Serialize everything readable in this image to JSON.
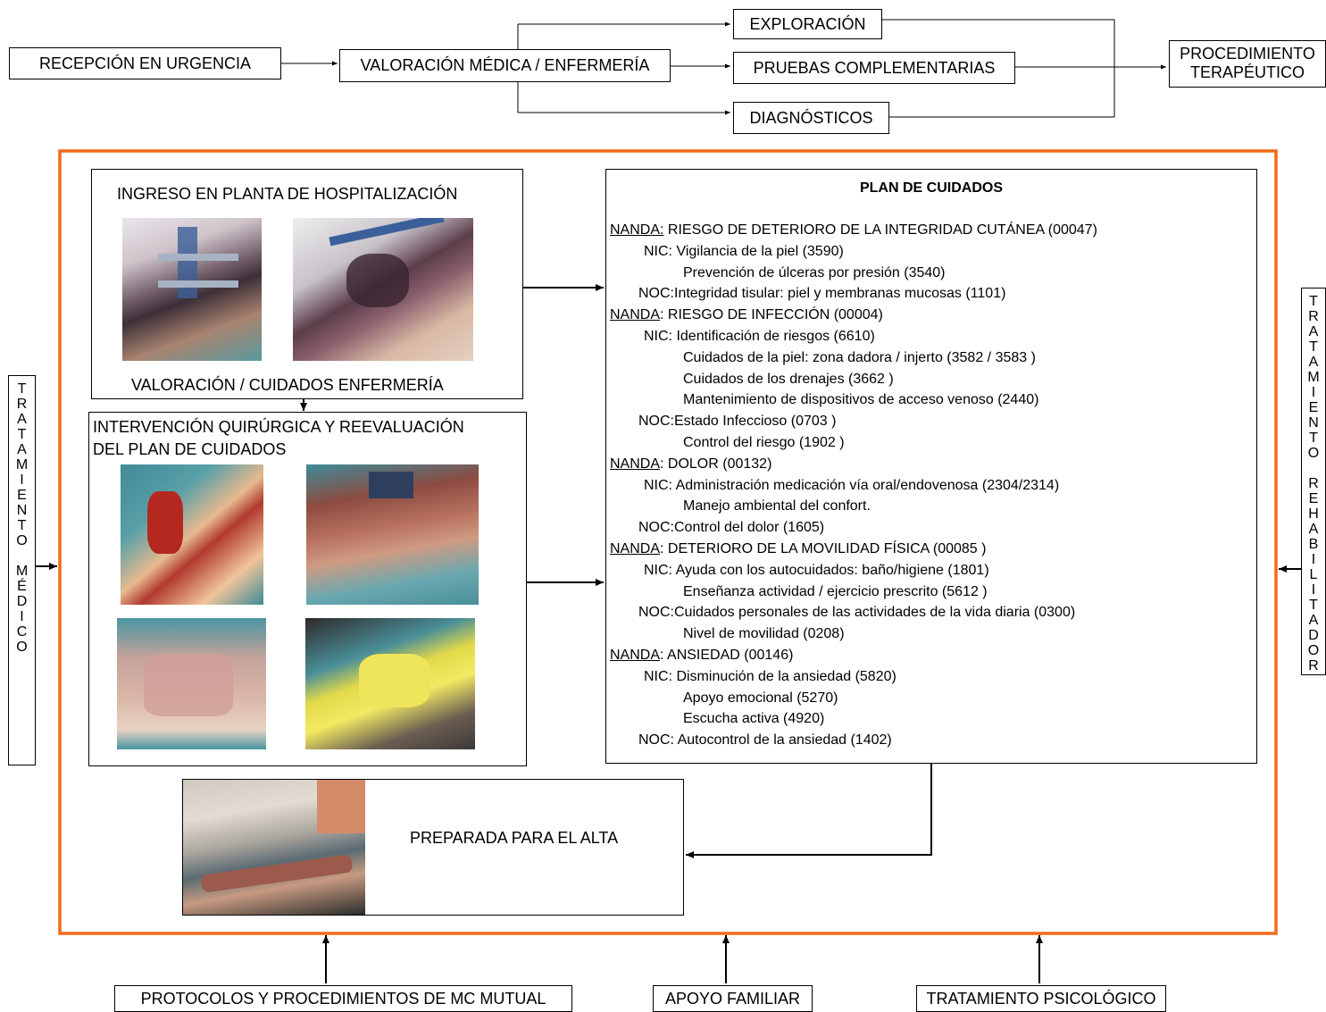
{
  "flow": {
    "recepcion": "RECEPCIÓN EN URGENCIA",
    "valoracion": "VALORACIÓN MÉDICA / ENFERMERÍA",
    "exploracion": "EXPLORACIÓN",
    "pruebas": "PRUEBAS COMPLEMENTARIAS",
    "diagnosticos": "DIAGNÓSTICOS",
    "procedimiento": [
      "PROCEDIMIENTO",
      "TERAPÉUTICO"
    ]
  },
  "ingreso": {
    "title": "INGRESO EN PLANTA DE HOSPITALIZACIÓN",
    "caption": "VALORACIÓN / CUIDADOS  ENFERMERÍA"
  },
  "intervencion": {
    "title_line1": "INTERVENCIÓN QUIRÚRGICA Y REEVALUACIÓN",
    "title_line2": "DEL PLAN DE CUIDADOS"
  },
  "alta": {
    "label": "PREPARADA PARA EL ALTA"
  },
  "side": {
    "left": [
      "T",
      "R",
      "A",
      "T",
      "A",
      "M",
      "I",
      "E",
      "N",
      "T",
      "O",
      "",
      "M",
      "É",
      "D",
      "I",
      "C",
      "O"
    ],
    "right": [
      "T",
      "R",
      "A",
      "T",
      "A",
      "M",
      "I",
      "E",
      "N",
      "T",
      "O",
      "",
      "R",
      "E",
      "H",
      "A",
      "B",
      "I",
      "L",
      "I",
      "T",
      "A",
      "D",
      "O",
      "R"
    ]
  },
  "bottom": {
    "protocolos": "PROTOCOLOS Y PROCEDIMIENTOS DE MC MUTUAL",
    "apoyo": "APOYO FAMILIAR",
    "psicologico": "TRATAMIENTO PSICOLÓGICO"
  },
  "plan": {
    "title": "PLAN DE CUIDADOS",
    "nanda_label": "NANDA",
    "lines": [
      {
        "type": "nanda",
        "text": "RIESGO DE DETERIORO DE LA INTEGRIDAD CUTÁNEA (00047)",
        "colon_underlined": true
      },
      {
        "type": "nic",
        "text": "NIC: Vigilancia de la piel (3590)"
      },
      {
        "type": "cont",
        "text": "Prevención de úlceras por presión (3540)"
      },
      {
        "type": "noc",
        "text": "NOC:Integridad tisular: piel y membranas mucosas (1101)"
      },
      {
        "type": "nanda",
        "text": "RIESGO DE INFECCIÓN (00004)",
        "colon_underlined": false
      },
      {
        "type": "nic",
        "text": "NIC: Identificación de riesgos (6610)"
      },
      {
        "type": "cont",
        "text": "Cuidados de la piel: zona dadora / injerto (3582 / 3583 )"
      },
      {
        "type": "cont",
        "text": "Cuidados de los drenajes (3662 )"
      },
      {
        "type": "cont",
        "text": "Mantenimiento de dispositivos de acceso venoso (2440)"
      },
      {
        "type": "noc",
        "text": "NOC:Estado Infeccioso (0703 )"
      },
      {
        "type": "cont",
        "text": "Control del riesgo (1902 )"
      },
      {
        "type": "nanda",
        "text": "DOLOR (00132)",
        "colon_underlined": false
      },
      {
        "type": "nic",
        "text": "NIC: Administración medicación vía oral/endovenosa (2304/2314)"
      },
      {
        "type": "cont",
        "text": "Manejo ambiental del confort."
      },
      {
        "type": "noc",
        "text": "NOC:Control del dolor (1605)"
      },
      {
        "type": "nanda",
        "text": "DETERIORO DE LA MOVILIDAD FÍSICA (00085 )",
        "colon_underlined": false
      },
      {
        "type": "nic",
        "text": "NIC: Ayuda con los autocuidados: baño/higiene (1801)"
      },
      {
        "type": "cont",
        "text": "Enseñanza actividad / ejercicio prescrito (5612 )"
      },
      {
        "type": "noc",
        "text": "NOC:Cuidados personales de las actividades de la vida diaria (0300)"
      },
      {
        "type": "cont",
        "text": "Nivel de movilidad (0208)"
      },
      {
        "type": "nanda",
        "text": "ANSIEDAD (00146)",
        "colon_underlined": false
      },
      {
        "type": "nic",
        "text": "NIC: Disminución de la ansiedad (5820)"
      },
      {
        "type": "cont",
        "text": "Apoyo emocional (5270)"
      },
      {
        "type": "cont",
        "text": "Escucha activa (4920)"
      },
      {
        "type": "noc",
        "text": "NOC: Autocontrol de la ansiedad (1402)"
      }
    ]
  },
  "colors": {
    "frame": "#f26a17",
    "ink": "#000000"
  }
}
